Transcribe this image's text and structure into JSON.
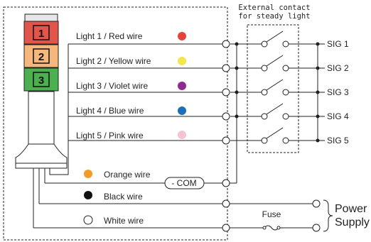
{
  "stack_segments": [
    {
      "label": "1",
      "color": "#e2554a"
    },
    {
      "label": "2",
      "color": "#f5b77c"
    },
    {
      "label": "3",
      "color": "#4caf50"
    }
  ],
  "lights": [
    {
      "label": "Light 1 / Red wire",
      "color": "#e8433a",
      "signal": "SIG 1"
    },
    {
      "label": "Light 2 / Yellow wire",
      "color": "#f2e64a",
      "signal": "SIG 2"
    },
    {
      "label": "Light 3 / Violet wire",
      "color": "#8e2a8f",
      "signal": "SIG 3"
    },
    {
      "label": "Light 4 / Blue wire",
      "color": "#1f6fb8",
      "signal": "SIG 4"
    },
    {
      "label": "Light 5 / Pink wire",
      "color": "#f4c3d3",
      "signal": "SIG 5"
    }
  ],
  "external_contact_label": [
    "External contact",
    "for steady light"
  ],
  "bottom_wires": [
    {
      "label": "Orange wire",
      "color": "#f39a2a"
    },
    {
      "label": "Black wire",
      "color": "#111111"
    },
    {
      "label": "White wire",
      "color": "#ffffff"
    }
  ],
  "com_label": "- COM",
  "fuse_label": "Fuse",
  "power_supply_label": [
    "Power",
    "Supply"
  ]
}
